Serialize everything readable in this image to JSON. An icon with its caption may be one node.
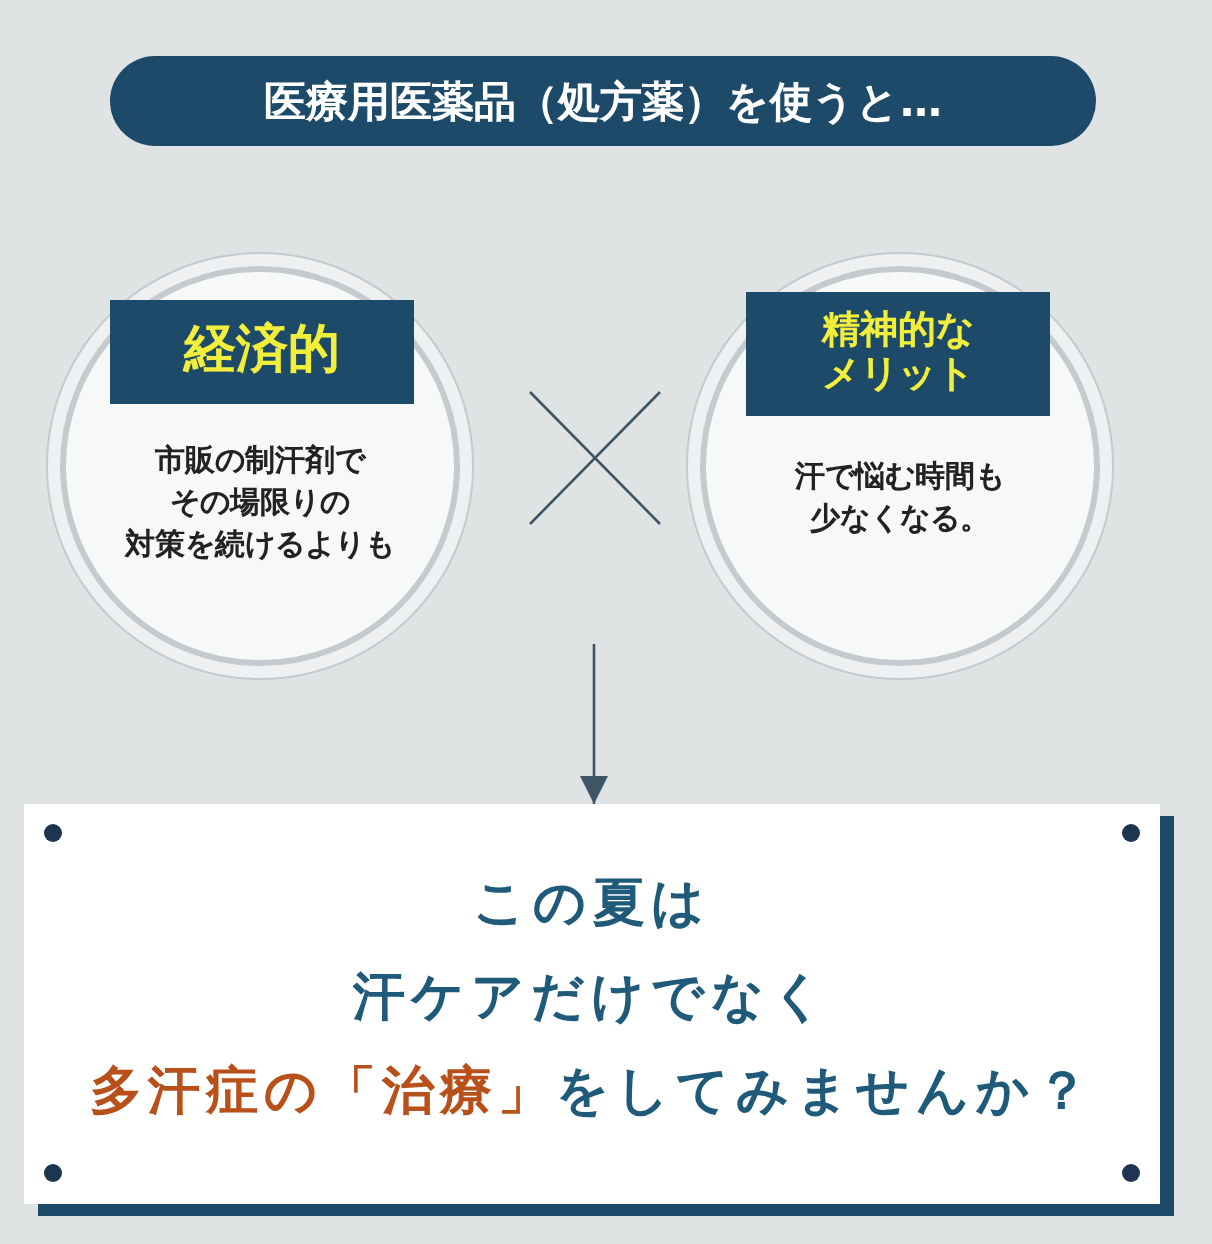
{
  "diagram": {
    "nodes": [
      {
        "text": [
          "医療用医薬品（処方薬）を使うと…"
        ]
      },
      {
        "text": [
          "経済的",
          "市販の制汗剤でその場限りの対策を続けるよりも"
        ]
      },
      {
        "text": [
          "精神的なメリット",
          "汗で悩む時間も少なくなる。"
        ]
      },
      {
        "text": [
          "この夏は",
          "汗ケアだけでなく",
          "**多汗症の「治療」**をしてみませんか？"
        ]
      }
    ],
    "edges": [
      {
        "from": null,
        "to": 3,
        "arrow": "to"
      }
    ]
  }
}
